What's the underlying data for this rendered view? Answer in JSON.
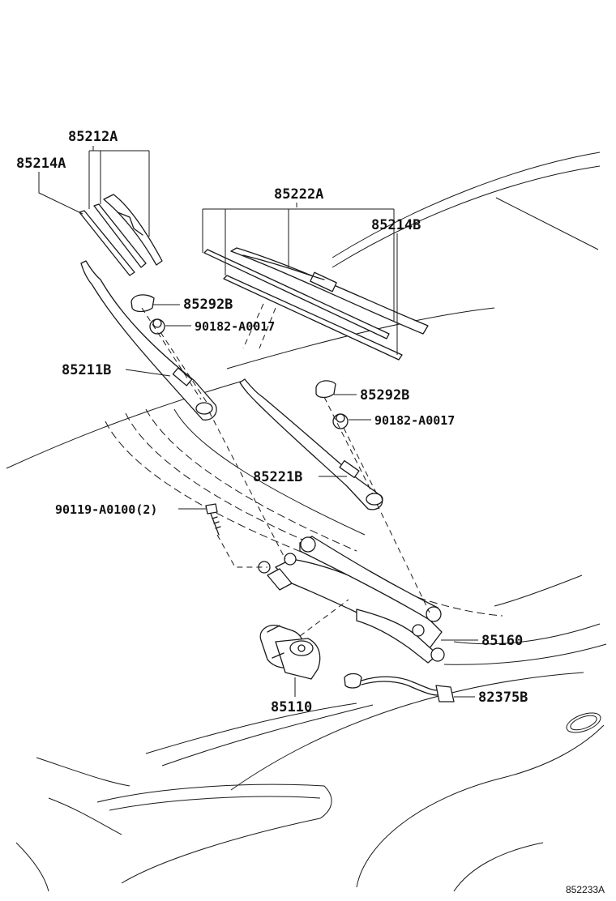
{
  "diagram": {
    "figure_id": "852233A",
    "callouts": {
      "blade_assembly_left": "85212A",
      "blade_insert_left": "85214A",
      "blade_assembly_right": "85222A",
      "blade_insert_right": "85214B",
      "cap_upper": "85292B",
      "nut_upper": "90182-A0017",
      "arm_left": "85211B",
      "cap_lower": "85292B",
      "nut_lower": "90182-A0017",
      "arm_right": "85221B",
      "bolt": "90119-A0100(2)",
      "link_assembly": "85160",
      "motor": "85110",
      "wire_harness": "82375B"
    }
  }
}
